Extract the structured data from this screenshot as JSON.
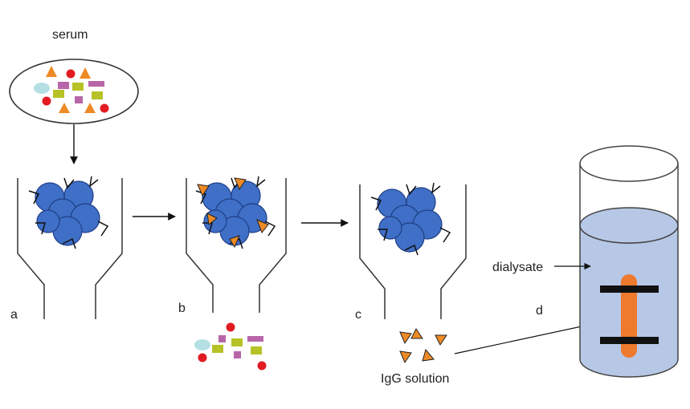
{
  "labels": {
    "serum": "serum",
    "a": "a",
    "b": "b",
    "c": "c",
    "d": "d",
    "dialysate": "dialysate",
    "igg_solution": "IgG solution"
  },
  "colors": {
    "bead": "#3f6fc6",
    "bead_stroke": "#1f3f86",
    "igg": "#ee8a25",
    "red": "#e21b23",
    "pink": "#b766a8",
    "olive": "#b7c227",
    "teal": "#b4e0e3",
    "dialysate": "#b6c8e6",
    "dialysis_bag": "#ee7a2e"
  }
}
